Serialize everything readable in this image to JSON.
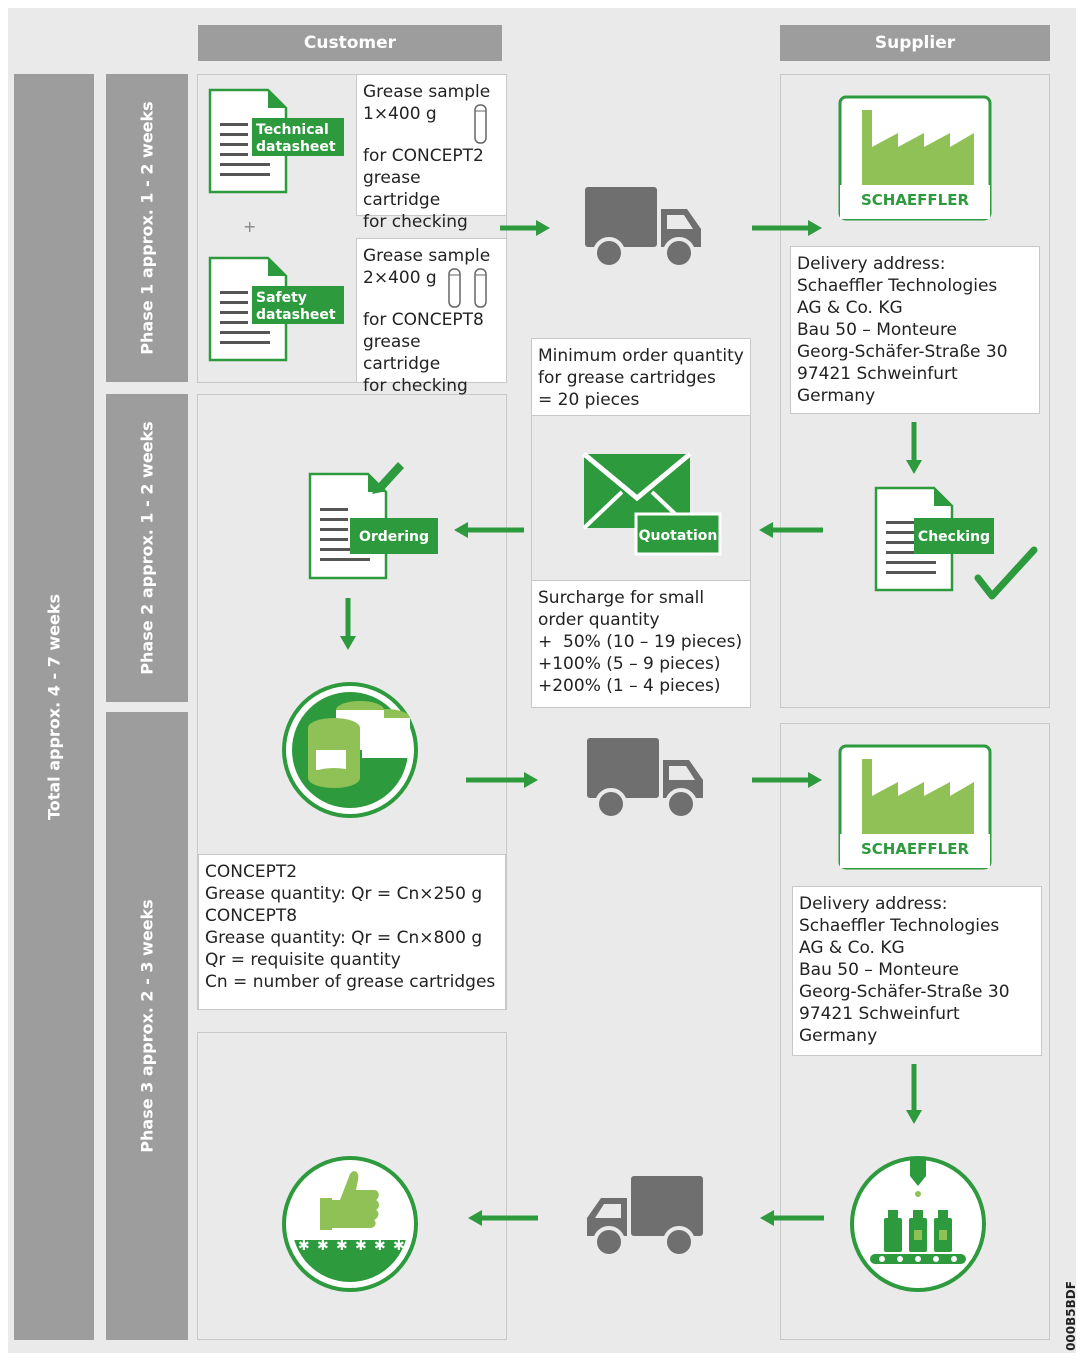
{
  "headers": {
    "customer": "Customer",
    "supplier": "Supplier"
  },
  "sidebar": {
    "total": "Total approx. 4 - 7 weeks",
    "phase1": "Phase 1 approx. 1 - 2 weeks",
    "phase2": "Phase 2 approx. 1 - 2 weeks",
    "phase3": "Phase 3 approx. 2 - 3 weeks"
  },
  "documents": {
    "technical": [
      "Technical",
      "datasheet"
    ],
    "safety": [
      "Safety",
      "datasheet"
    ],
    "plus": "+"
  },
  "sample1": {
    "title": "Grease sample",
    "qty": "1×400 g",
    "lines": [
      "for CONCEPT2",
      "grease cartridge",
      "for checking"
    ]
  },
  "sample2": {
    "title": "Grease sample",
    "qty": "2×400 g",
    "lines": [
      "for CONCEPT8",
      "grease cartridge",
      "for checking"
    ]
  },
  "factory_label": "SCHAEFFLER",
  "delivery": [
    "Delivery address:",
    "Schaeffler Technologies",
    "AG & Co. KG",
    "Bau 50 – Monteure",
    "Georg-Schäfer-Straße 30",
    "97421 Schweinfurt",
    "Germany"
  ],
  "min_order": [
    "Minimum order quantity",
    "for grease cartridges",
    "= 20 pieces"
  ],
  "quotation_label": "Quotation",
  "surcharge": [
    "Surcharge for small",
    "order quantity",
    "+  50% (10 – 19 pieces)",
    "+100% (5 – 9 pieces)",
    "+200% (1 – 4 pieces)"
  ],
  "ordering_label": "Ordering",
  "checking_label": "Checking",
  "concept": [
    "CONCEPT2",
    "Grease quantity: Qr = Cn×250 g",
    "CONCEPT8",
    "Grease quantity: Qr = Cn×800 g",
    "Qr = requisite quantity",
    "Cn = number of grease cartridges"
  ],
  "code": "000B5BDF",
  "colors": {
    "green": "#2e9a3e",
    "light_green": "#8fc156",
    "grey": "#6f6f6f",
    "panel_grey": "#9d9d9d"
  }
}
